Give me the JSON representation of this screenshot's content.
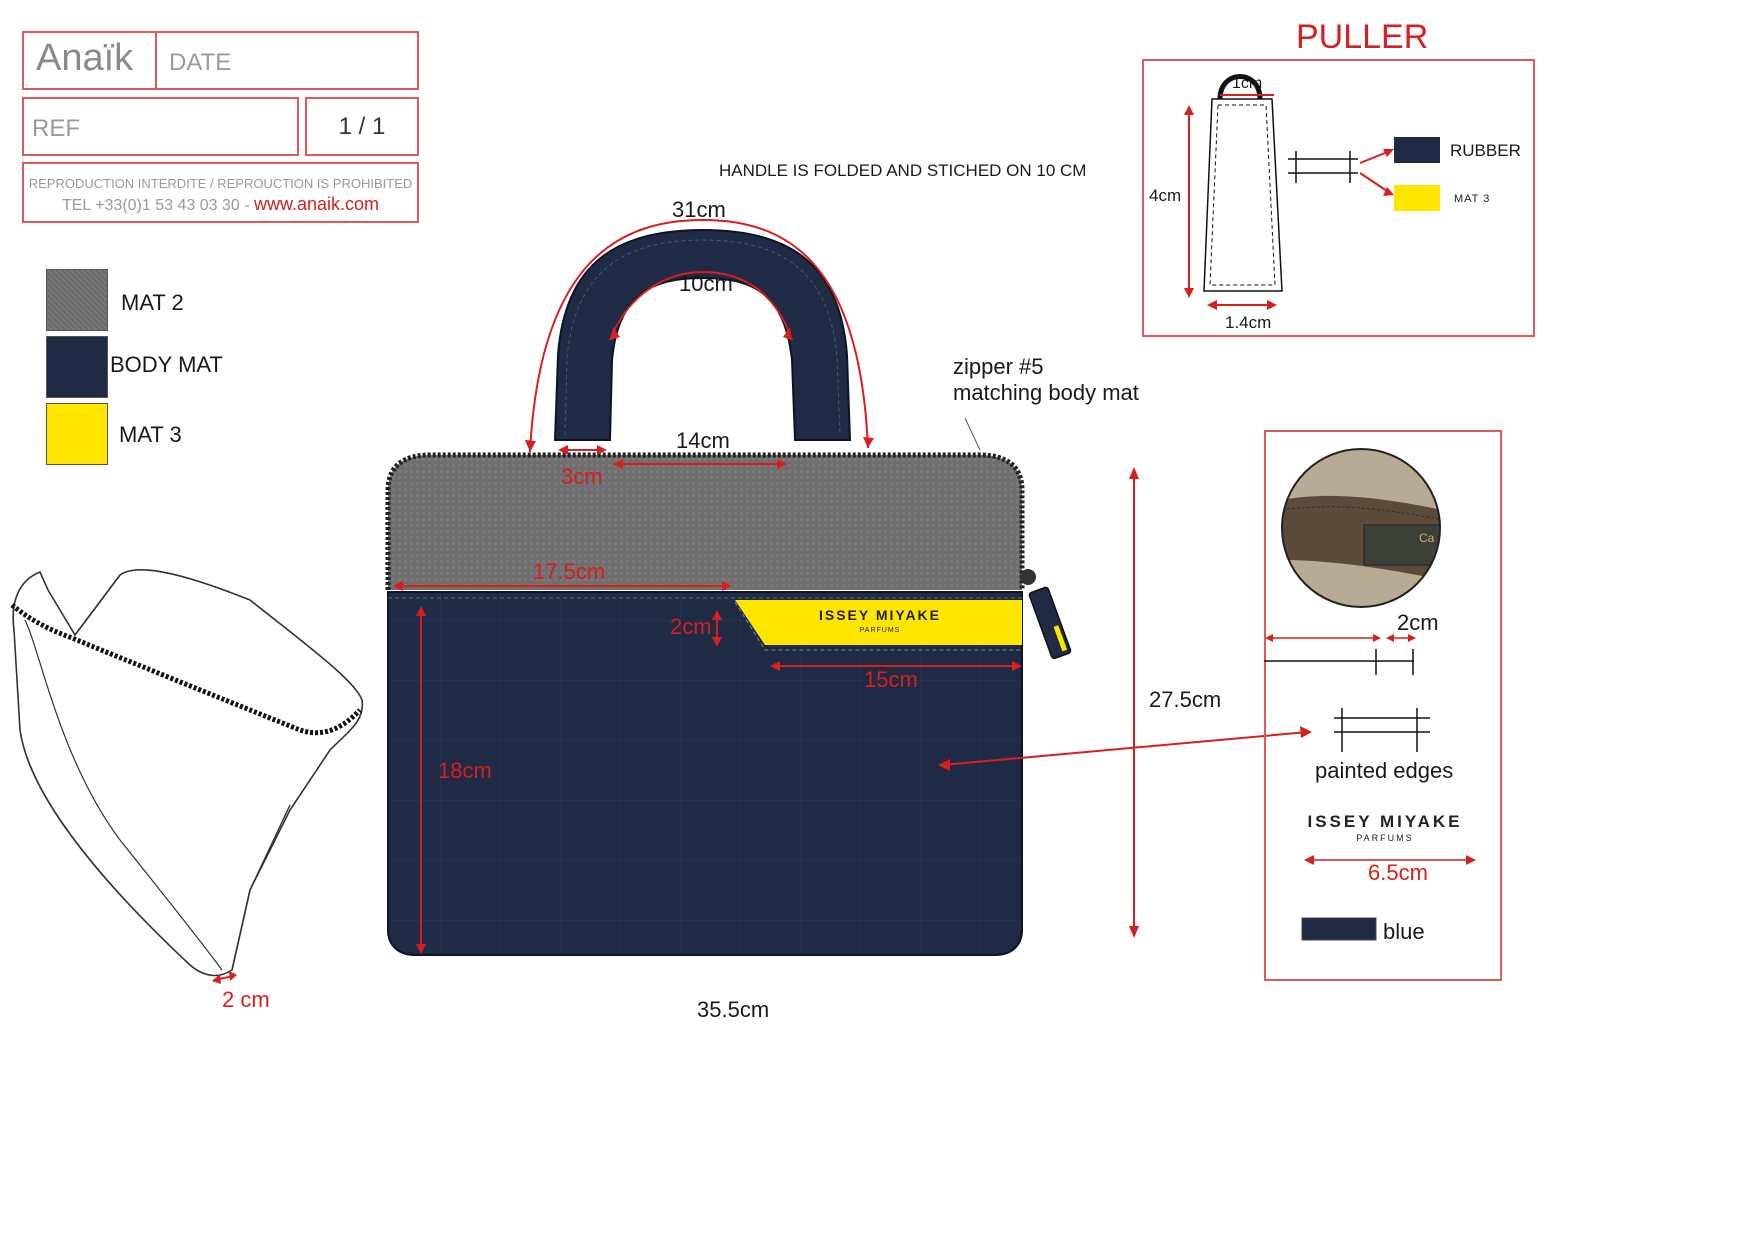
{
  "title_block": {
    "brand": "Anaïk",
    "date_label": "DATE",
    "ref_label": "REF",
    "page": "1 / 1",
    "notice": "REPRODUCTION INTERDITE / REPROUCTION IS PROHIBITED",
    "tel": "TEL +33(0)1 53 43 03 30 -",
    "website": "www.anaik.com"
  },
  "legend": [
    {
      "label": "MAT 2",
      "color": "#6d6d6d"
    },
    {
      "label": "BODY MAT",
      "color": "#1f2a44"
    },
    {
      "label": "MAT 3",
      "color": "#ffe600"
    }
  ],
  "notes": {
    "handle_note": "HANDLE IS FOLDED AND STICHED ON 10 CM",
    "zipper_line1": "zipper #5",
    "zipper_line2": "matching body mat"
  },
  "dimensions": {
    "handle_outer": "31cm",
    "handle_inner": "10cm",
    "handle_spacing": "14cm",
    "handle_base": "3cm",
    "top_panel": "17.5cm",
    "label_height": "2cm",
    "label_width": "15cm",
    "body_height": "18cm",
    "total_height": "27.5cm",
    "width": "35.5cm",
    "gusset": "2 cm"
  },
  "puller": {
    "title": "PULLER",
    "top_width": "1cm",
    "length": "4cm",
    "bottom_width": "1.4cm",
    "rubber_label": "RUBBER",
    "mat3_label": "MAT 3"
  },
  "detail_panel": {
    "edge_width": "2cm",
    "painted_edges": "painted edges",
    "logo_width": "6.5cm",
    "blue_label": "blue",
    "tag_text": "Ca"
  },
  "brand_logo": {
    "name": "ISSEY MIYAKE",
    "sub": "PARFUMS"
  },
  "colors": {
    "accent_red": "#d81e1e",
    "navy": "#1f2a44",
    "grey": "#6d6d6d",
    "yellow": "#ffe600"
  }
}
